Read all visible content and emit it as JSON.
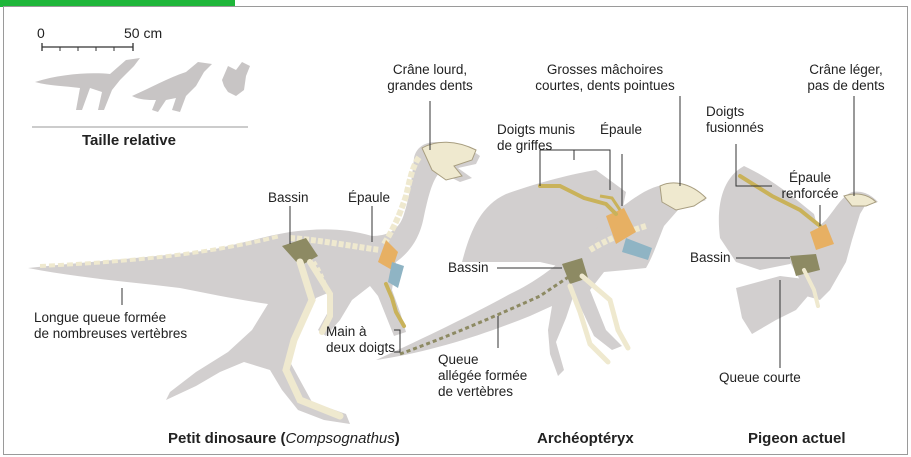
{
  "scale": {
    "zero": "0",
    "fifty": "50 cm",
    "caption": "Taille relative"
  },
  "labels": {
    "crane_lourd": [
      "Crâne lourd,",
      "grandes dents"
    ],
    "grosses_machoires": [
      "Grosses mâchoires",
      "courtes, dents pointues"
    ],
    "crane_leger": [
      "Crâne léger,",
      "pas de dents"
    ],
    "doigts_munis": [
      "Doigts munis",
      "de griffes"
    ],
    "epaule_arch": "Épaule",
    "doigts_fusionnes": [
      "Doigts",
      "fusionnés"
    ],
    "epaule_renforcee": [
      "Épaule",
      "renforcée"
    ],
    "bassin_dino": "Bassin",
    "epaule_dino": "Épaule",
    "bassin_arch": "Bassin",
    "bassin_pigeon": "Bassin",
    "longue_queue": [
      "Longue queue formée",
      "de nombreuses vertèbres"
    ],
    "main": [
      "Main à",
      "deux doigts"
    ],
    "queue_allegee": [
      "Queue",
      "allégée formée",
      "de vertèbres"
    ],
    "queue_courte": "Queue courte"
  },
  "titles": {
    "dino_main": "Petit dinosaure (",
    "dino_genus": "Compsognathus",
    "dino_close": ")",
    "archaeopteryx": "Archéoptéryx",
    "pigeon": "Pigeon actuel"
  },
  "colors": {
    "silhouette": "#c8c5c5",
    "bone": "#efe9cf",
    "bone_stroke": "#a89e80",
    "pelvis": "#8d8a63",
    "shoulder": "#e7b063",
    "forearm": "#c9b25a",
    "hand": "#8fb4c4",
    "frame": "#9a9a9a",
    "accent_bar": "#1fb63a"
  }
}
